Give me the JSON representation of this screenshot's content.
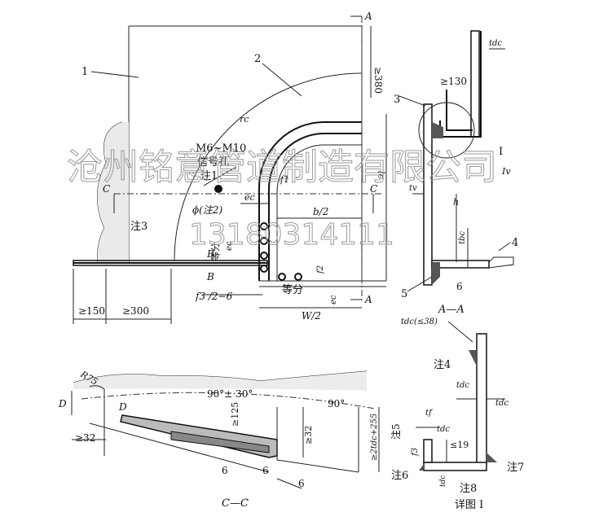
{
  "labels": {
    "part1": "1",
    "part2": "2",
    "part3": "3",
    "part4": "4",
    "part5": "5",
    "part6a": "6",
    "part6b": "6",
    "part6c": "6",
    "part6d": "6",
    "sectionA1": "A",
    "sectionA2": "A",
    "sectionB1": "B",
    "sectionB2": "B",
    "sectionC1": "C",
    "sectionC2": "C",
    "dim380": "≥380",
    "dim150": "≥150",
    "dim300": "≥300",
    "dimW2": "W/2",
    "dimB2": "b/2",
    "dimEc1": "ec",
    "dimEc2": "ec",
    "dimEc3": "ec",
    "dimF1": "f1",
    "dimF2": "f2",
    "dimF3": "f3 /2−6",
    "dimF4": "f3",
    "dimLc": "lc",
    "dimRc": "rc",
    "dimH": "h",
    "dimTv": "tv",
    "dimTbc": "tbc",
    "dimTdc1": "tdc",
    "dimTdc2": "tdc(≤38)",
    "dimTdc3": "tdc",
    "dimTdc4": "tdc",
    "dimTdc5": "tdc",
    "dimTdc6": "tdc",
    "dimTf": "tf",
    "dim130": "≥130",
    "dim19": "≤19",
    "dimR75": "R75",
    "dim90a": "90°± 30°",
    "dim90b": "90°",
    "dim125": "≥125",
    "dim32a": "≥32",
    "dim32b": "≥32",
    "dim255": "≥2tdc+255",
    "dimD1": "D",
    "dimD2": "D",
    "holeSpec": "M6~M10",
    "holeName": "信号孔",
    "note1": "注1",
    "note2": "ϕ(注2)",
    "note3": "注3",
    "note4": "注4",
    "note5": "注5",
    "note6": "注6",
    "note7": "注7",
    "note8": "注8",
    "equal1": "等分",
    "equal2": "等分",
    "viewAA": "A—A",
    "viewCC": "C—C",
    "viewDetail": "详图 I",
    "detailMark": "I",
    "dimLv": "Iv"
  },
  "watermark": {
    "company": "沧州铭意管道制造有限公司",
    "phone": "13180314111"
  }
}
